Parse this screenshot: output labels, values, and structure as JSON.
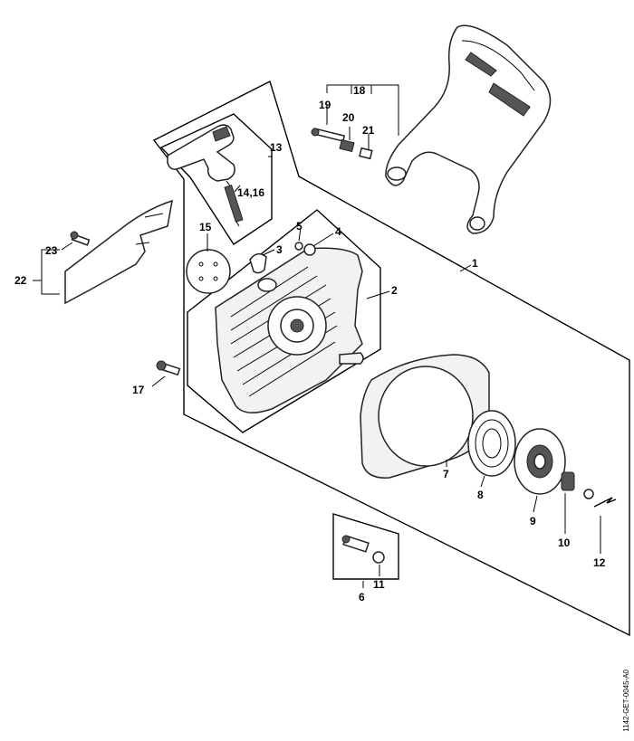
{
  "callouts": [
    "1",
    "2",
    "3",
    "4",
    "5",
    "6",
    "7",
    "8",
    "9",
    "10",
    "11",
    "12",
    "13",
    "14,16",
    "15",
    "17",
    "18",
    "19",
    "20",
    "21",
    "22",
    "23"
  ],
  "doc_number": "1142-GET-0045-A0"
}
